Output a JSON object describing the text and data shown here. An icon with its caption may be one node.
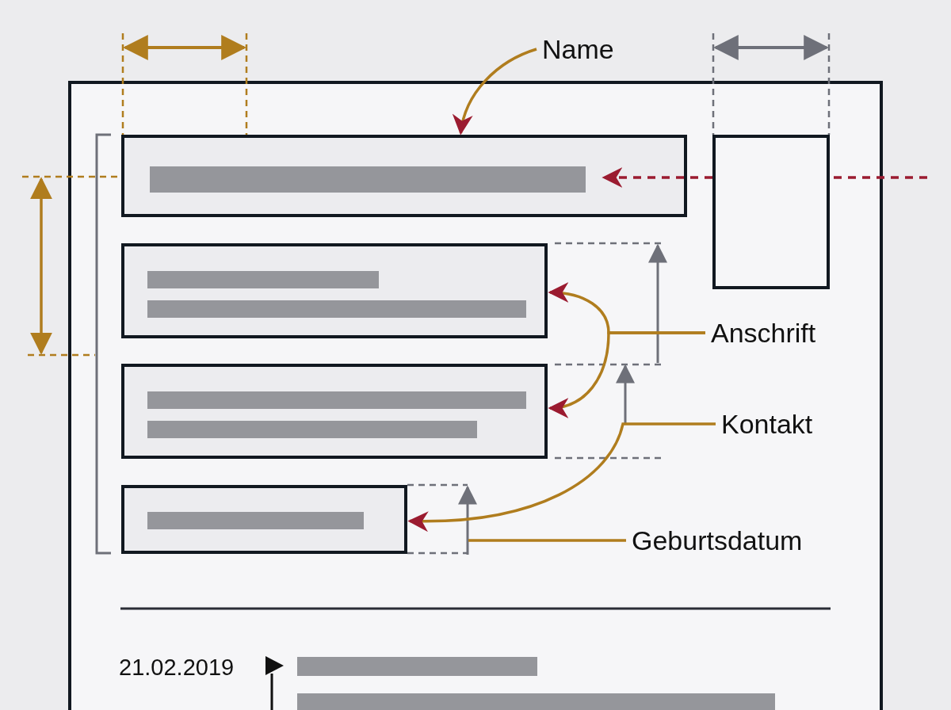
{
  "diagram": {
    "nodes": [
      {
        "text": [],
        "shape": "box"
      },
      {
        "text": [],
        "shape": "box",
        "in": 0
      },
      {
        "text": [],
        "shape": "box",
        "in": 0
      },
      {
        "text": [],
        "shape": "box",
        "in": 0
      },
      {
        "text": [],
        "shape": "box",
        "in": 0
      },
      {
        "text": [],
        "shape": "box",
        "in": 0
      },
      {
        "text": [
          "Name"
        ]
      },
      {
        "text": [
          "Anschrift"
        ],
        "in": 0
      },
      {
        "text": [
          "Kontakt"
        ],
        "in": 0
      },
      {
        "text": [
          "Geburtsdatum"
        ],
        "in": 0
      }
    ],
    "edges": [
      {
        "from": 6,
        "to": 1,
        "arrow": "to"
      },
      {
        "from": null,
        "to": 1,
        "arrow": "to",
        "style": "dashed",
        "color": "#9b1b30"
      },
      {
        "from": 7,
        "to": 3,
        "arrow": "to"
      },
      {
        "from": 7,
        "to": 4,
        "arrow": "to"
      },
      {
        "from": 8,
        "to": 5,
        "arrow": "to"
      },
      {
        "from": 9,
        "to": null,
        "arrow": "none"
      }
    ],
    "labels": [
      "21.02.2019"
    ]
  }
}
